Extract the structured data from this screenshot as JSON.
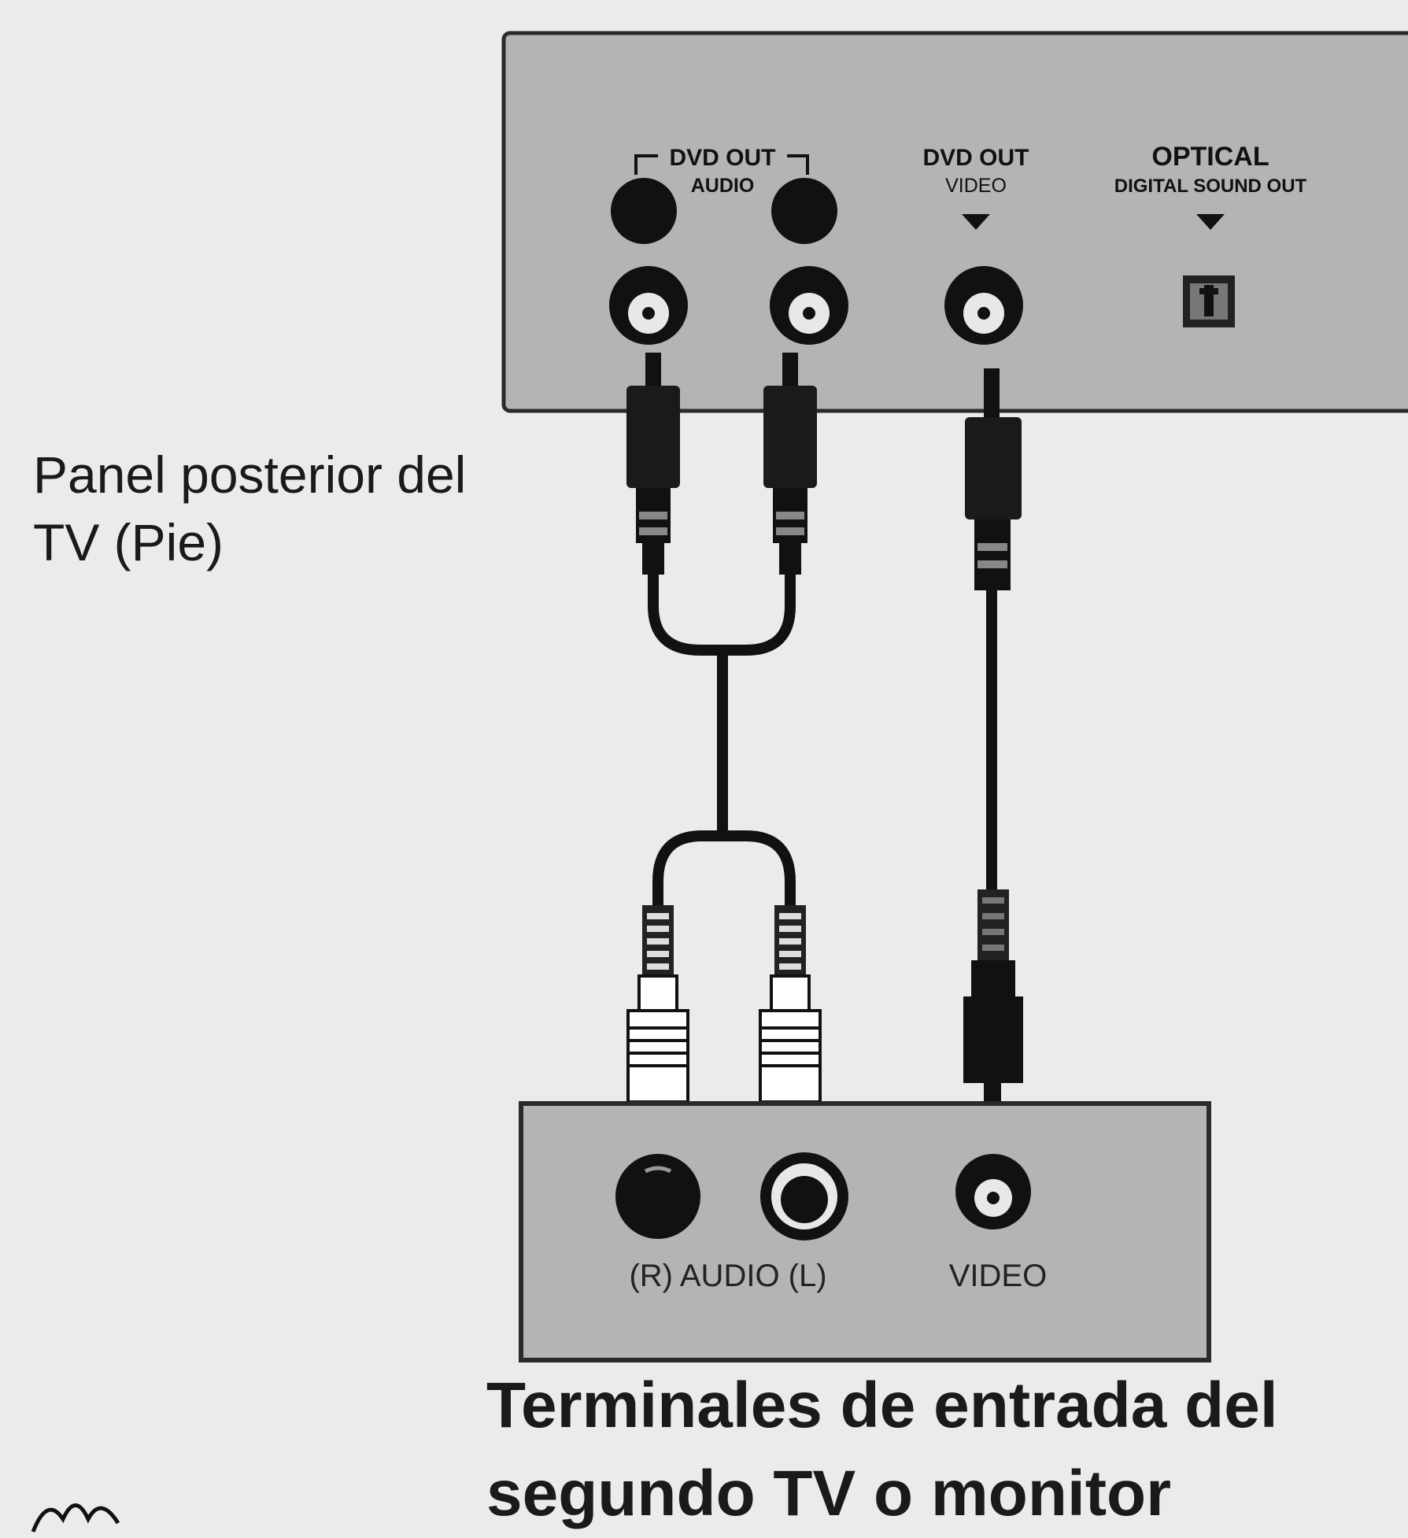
{
  "tv_panel": {
    "dvd_out_audio_top": "DVD OUT",
    "dvd_out_audio_bottom": "AUDIO",
    "dvd_out_video_top": "DVD OUT",
    "dvd_out_video_bottom": "VIDEO",
    "optical_top": "OPTICAL",
    "optical_bottom": "DIGITAL SOUND OUT"
  },
  "panel_caption": {
    "line1": "Panel posterior del",
    "line2": "TV (Pie)"
  },
  "monitor_panel": {
    "audio_label": "(R) AUDIO (L)",
    "video_label": "VIDEO"
  },
  "terminals_caption": {
    "line1": "Terminales de entrada del",
    "line2": "segundo TV o monitor"
  }
}
